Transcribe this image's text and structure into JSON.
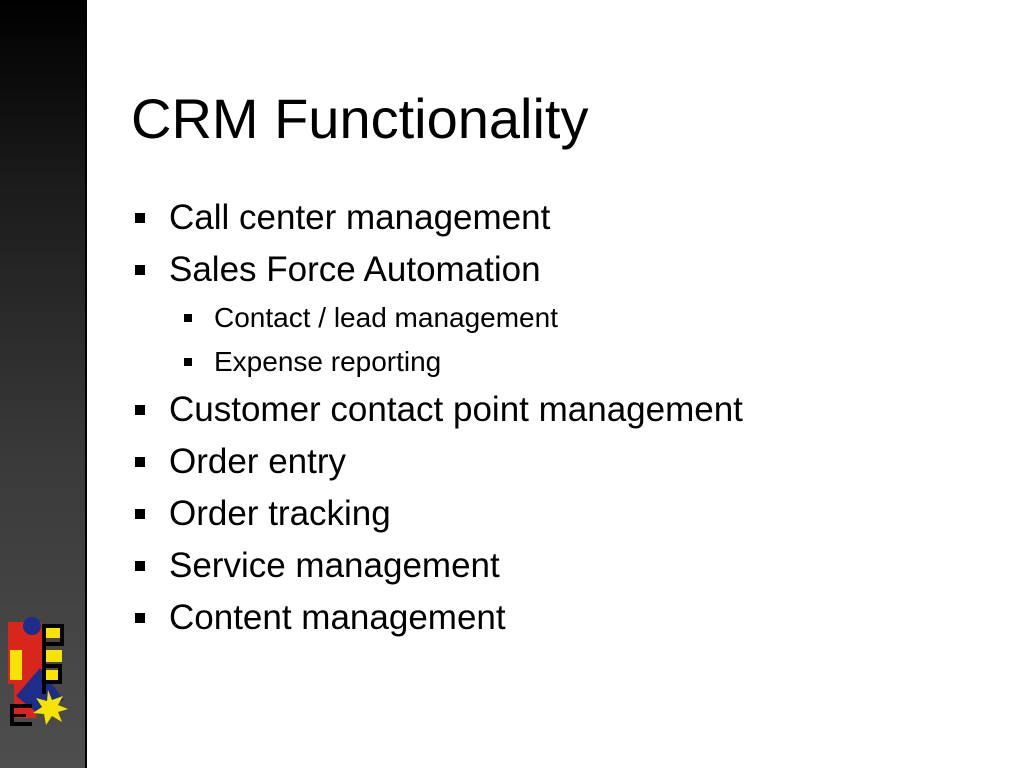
{
  "slide": {
    "title": "CRM Functionality",
    "bullets": [
      {
        "text": "Call center management"
      },
      {
        "text": "Sales Force Automation"
      },
      {
        "text": "Contact / lead management"
      },
      {
        "text": "Expense reporting"
      },
      {
        "text": "Customer contact point management"
      },
      {
        "text": "Order entry"
      },
      {
        "text": "Order tracking"
      },
      {
        "text": "Service management"
      },
      {
        "text": "Content management"
      }
    ]
  },
  "icons": {
    "bullet": "square-bullet-icon",
    "logo": "logo-icon"
  },
  "colors": {
    "background": "#ffffff",
    "text": "#000000",
    "side_bar_top": "#000000",
    "side_bar_bottom": "#4e4e4e",
    "logo_red": "#d8261c",
    "logo_yellow": "#f6e400",
    "logo_blue": "#1d2d8a"
  }
}
